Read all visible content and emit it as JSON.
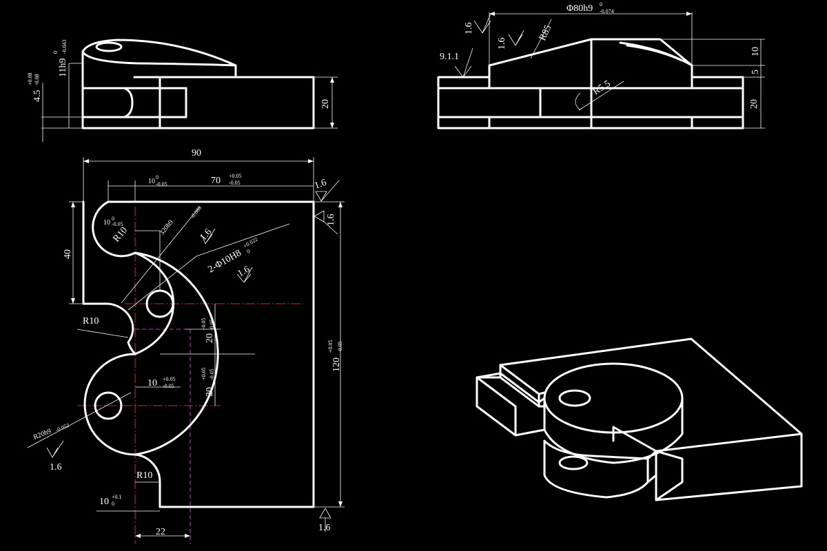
{
  "side_view": {
    "dim_11": "11h9",
    "dim_11_tol": "0",
    "dim_11_tol_low": "-0.043",
    "dim_4_5": "4.5",
    "dim_4_5_tol_high": "+0.08",
    "dim_4_5_tol_low": "-0.08",
    "dim_20": "20"
  },
  "front_view": {
    "dim_phi80": "Φ80h9",
    "dim_phi80_tol": "0",
    "dim_phi80_tol_low": "-0.074",
    "radius_85": "R85",
    "radius_5_5": "R5.5",
    "dim_10": "10",
    "dim_5": "5",
    "dim_20": "20",
    "rough_1_6_a": "1.6",
    "rough_1_6_b": "1.6",
    "rough_9_1_1": "9.1.1"
  },
  "top_view": {
    "dim_90": "90",
    "dim_70": "70",
    "dim_70_tol_high": "+0.05",
    "dim_70_tol_low": "-0.05",
    "dim_10_top": "10",
    "dim_10_top_tol_high": "0",
    "dim_10_top_tol_low": "-0.05",
    "dim_40": "40",
    "dim_120": "120",
    "dim_120_tol_high": "+0.05",
    "dim_120_tol_low": "-0.05",
    "radius_10_top": "R10",
    "dim_10_small": "10",
    "dim_10_small_tol": "0",
    "dim_10_small_tol_low": "-0.05",
    "dim_320": "320h9",
    "dim_320_tol": "-0.088",
    "holes": "2-Φ10H8",
    "holes_tol": "+0.022",
    "holes_tol_low": "0",
    "radius_10_left": "R10",
    "dim_20_upper": "20",
    "dim_20_upper_tol_high": "+0.05",
    "dim_20_upper_tol_low": "-0.05",
    "dim_10_mid": "10",
    "dim_10_mid_tol_high": "+0.05",
    "dim_10_mid_tol_low": "-0.05",
    "dim_20_lower": "20",
    "dim_20_lower_tol_high": "+0.05",
    "dim_20_lower_tol_low": "-0.05",
    "radius_20": "R20h9",
    "radius_20_tol": "-0.052",
    "radius_10_bottom": "R10",
    "dim_10_bottom": "10",
    "dim_10_bottom_tol_high": "+0.1",
    "dim_10_bottom_tol_low": "0",
    "dim_22": "22",
    "rough_top_right": "1.6",
    "rough_right": "1.6",
    "rough_hole": "1.6",
    "rough_320": "1.6",
    "rough_r20": "1.6",
    "rough_bottom": "1.6"
  }
}
